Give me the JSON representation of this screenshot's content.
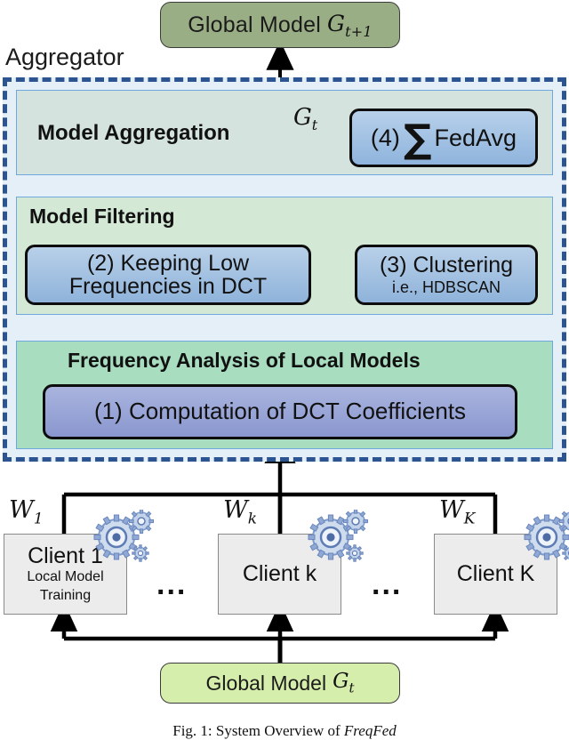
{
  "figure": {
    "caption_prefix": "Fig. 1:",
    "caption_text": "System Overview of",
    "caption_emphasis": "FreqFed"
  },
  "top_output": {
    "label": "Global Model",
    "symbol": "G",
    "subscript": "t+1"
  },
  "aggregator": {
    "label": "Aggregator",
    "border_color": "#2c5490",
    "background_color": "#e4eff8",
    "stages": [
      {
        "id": "model-aggregation",
        "title": "Model Aggregation",
        "background_color": "#d4e3dd",
        "edge_label_symbol": "G",
        "edge_label_subscript": "t",
        "blocks": [
          {
            "id": "fedavg",
            "step": "(4)",
            "icon": "∑",
            "label": "FedAvg",
            "color": "#8fb4dd"
          }
        ]
      },
      {
        "id": "model-filtering",
        "title": "Model Filtering",
        "background_color": "#d4e8d6",
        "blocks": [
          {
            "id": "keep-low-frequencies",
            "step": "(2)",
            "line1": "(2) Keeping Low",
            "line2": "Frequencies in DCT",
            "color": "#8fb3da"
          },
          {
            "id": "clustering",
            "step": "(3)",
            "line1": "(3) Clustering",
            "line2": "i.e., HDBSCAN",
            "color": "#8fb3da"
          }
        ]
      },
      {
        "id": "frequency-analysis",
        "title": "Frequency Analysis of Local Models",
        "background_color": "#a8ddc0",
        "blocks": [
          {
            "id": "dct-computation",
            "step": "(1)",
            "label": "(1)  Computation of DCT Coefficients",
            "color": "#8a97cf"
          }
        ]
      }
    ]
  },
  "clients": {
    "weight_labels": [
      {
        "symbol": "W",
        "subscript": "1"
      },
      {
        "symbol": "W",
        "subscript": "k"
      },
      {
        "symbol": "W",
        "subscript": "K"
      }
    ],
    "items": [
      {
        "id": "client-1",
        "name": "Client 1",
        "sub1": "Local Model",
        "sub2": "Training"
      },
      {
        "id": "client-k",
        "name": "Client k",
        "sub1": "",
        "sub2": ""
      },
      {
        "id": "client-K",
        "name": "Client K",
        "sub1": "",
        "sub2": ""
      }
    ],
    "ellipsis": "...",
    "gear_icon": "gear-icon"
  },
  "bottom_input": {
    "label": "Global Model",
    "symbol": "G",
    "subscript": "t"
  }
}
